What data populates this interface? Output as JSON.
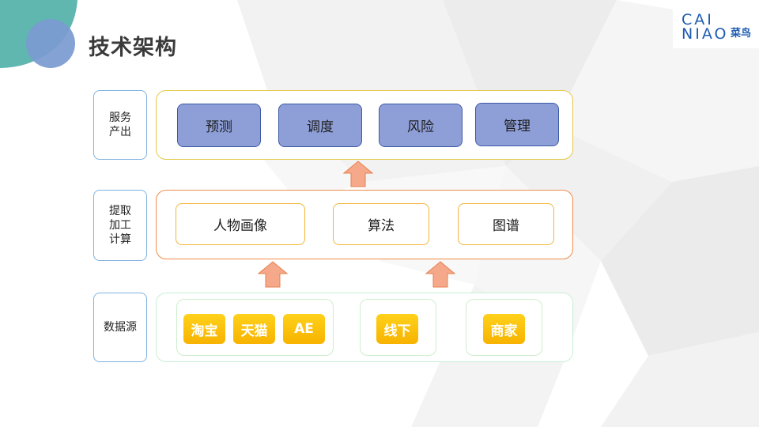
{
  "title": "技术架构",
  "logo": {
    "line1": "CAI",
    "line2": "NIAO",
    "cn": "菜鸟"
  },
  "rows": {
    "service": {
      "label_lines": [
        "服务",
        "产出"
      ],
      "items": [
        "预测",
        "调度",
        "风险",
        "管理"
      ]
    },
    "compute": {
      "label_lines": [
        "提取",
        "加工",
        "计算"
      ],
      "items": [
        "人物画像",
        "算法",
        "图谱"
      ]
    },
    "data": {
      "label_lines": [
        "数据源"
      ],
      "groups": [
        {
          "items": [
            "淘宝",
            "天猫",
            "AE"
          ]
        },
        {
          "items": [
            "线下"
          ]
        },
        {
          "items": [
            "商家"
          ]
        }
      ]
    }
  },
  "colors": {
    "service_border": "#e4c94a",
    "compute_border": "#f28c4a",
    "data_border": "#c8efd4",
    "label_border": "#7fb2e0",
    "service_fill": "#8e9fd8",
    "service_item_border": "#3e5aa6",
    "compute_item_border": "#f2b53a",
    "data_item_fill": "#f7b300",
    "arrow_fill": "#f5a98a",
    "arrow_stroke": "#e7804f",
    "logo": "#1d5bb2",
    "teal_accent": "#5fb7b0",
    "blue_accent": "#7b9ad0"
  },
  "icons": {
    "arrow": "up-arrow-icon"
  }
}
